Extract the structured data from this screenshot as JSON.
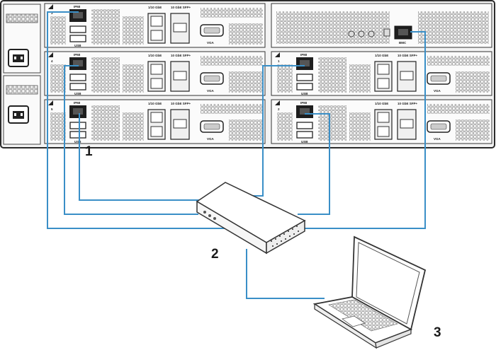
{
  "callouts": [
    "1",
    "2",
    "3"
  ],
  "port_labels": {
    "ipmi": "IPMI",
    "usb": "USB",
    "vga": "VGA",
    "bmc": "BMC",
    "lan_1g10g": "1/10 GbE",
    "sfp_10g": "10 GbE SFP+"
  },
  "node_numbers": [
    "3",
    "4",
    "5",
    "1",
    "2"
  ],
  "colors": {
    "cable": "#3a8fc7",
    "chassis": "#2b2b2b",
    "panel": "#f6f6f6",
    "port": "#1e1e1e"
  }
}
